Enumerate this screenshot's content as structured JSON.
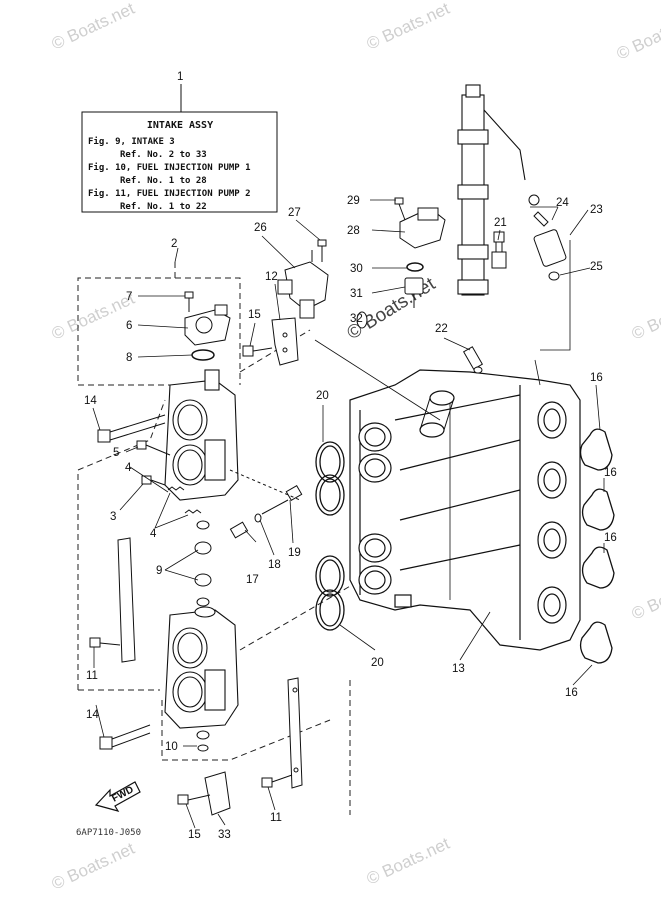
{
  "assembly_box": {
    "number": "1",
    "title": "INTAKE ASSY",
    "lines": [
      "Fig. 9, INTAKE 3",
      "Ref. No. 2 to 33",
      "Fig. 10, FUEL INJECTION PUMP 1",
      "Ref. No. 1 to 28",
      "Fig. 11, FUEL INJECTION PUMP 2",
      "Ref. No. 1 to 22"
    ]
  },
  "callouts": [
    "2",
    "3",
    "4",
    "4",
    "5",
    "6",
    "7",
    "8",
    "9",
    "10",
    "11",
    "11",
    "12",
    "13",
    "14",
    "14",
    "15",
    "15",
    "16",
    "16",
    "16",
    "16",
    "17",
    "18",
    "19",
    "20",
    "20",
    "21",
    "22",
    "23",
    "24",
    "25",
    "26",
    "27",
    "28",
    "29",
    "30",
    "31",
    "32",
    "33"
  ],
  "watermark": "© Boats.net",
  "fwd_label": "FWD",
  "drawing_code": "6AP7110-J050"
}
